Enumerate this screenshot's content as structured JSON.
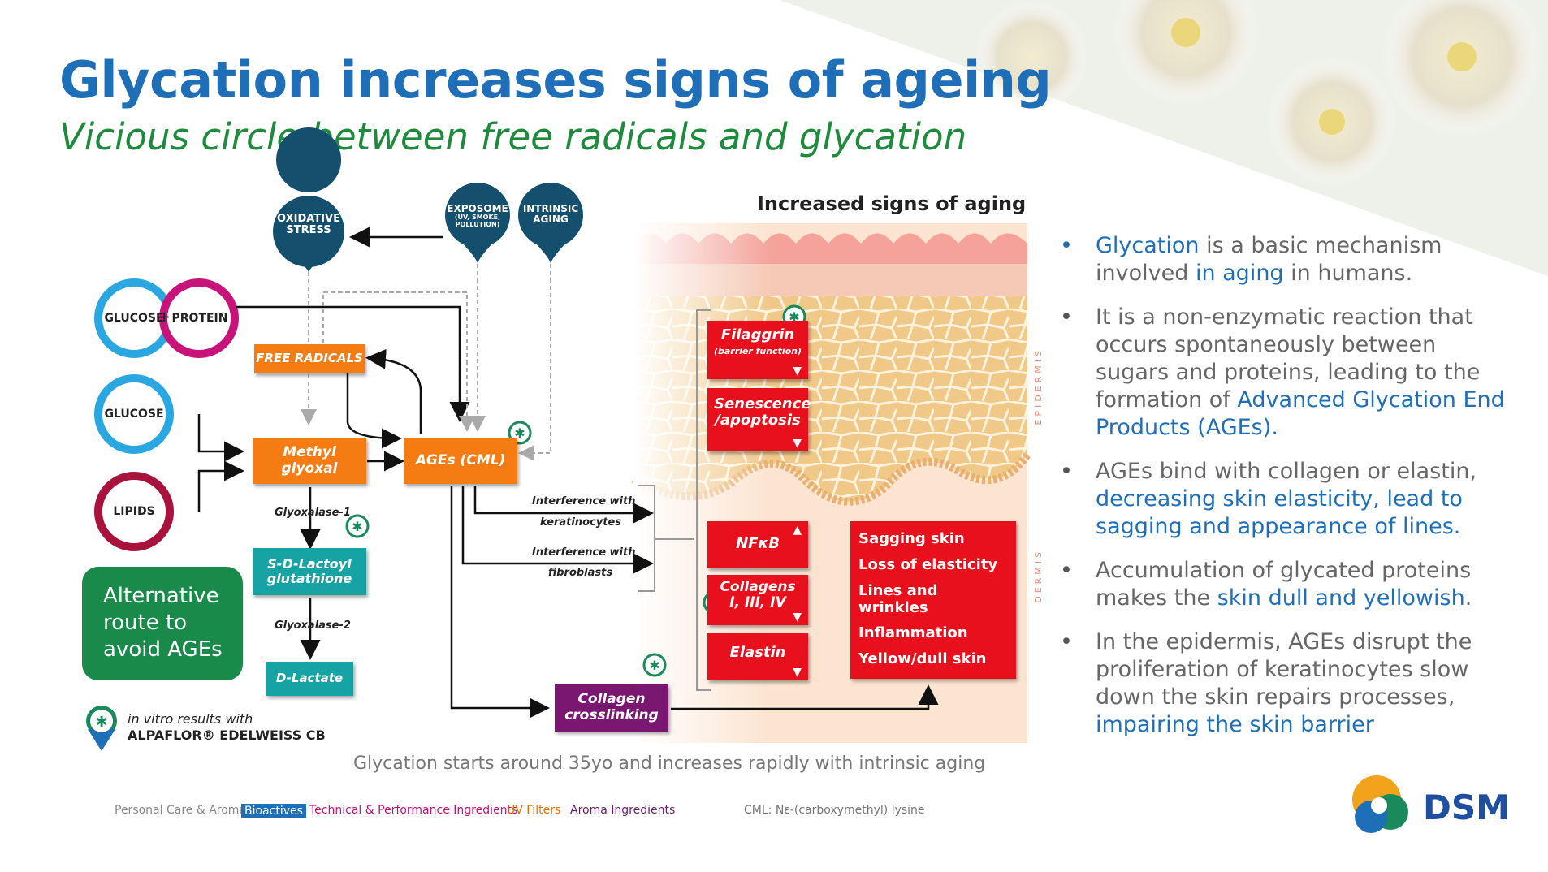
{
  "header": {
    "title": "Glycation increases signs of ageing",
    "subtitle": "Vicious circle between free radicals and glycation"
  },
  "diagram": {
    "pins": [
      {
        "id": "oxidative",
        "lines": [
          "OXIDATIVE",
          "STRESS"
        ]
      },
      {
        "id": "exposome",
        "lines": [
          "EXPOSOME"
        ],
        "sub": [
          "(UV, SMOKE,",
          "POLLUTION)"
        ]
      },
      {
        "id": "intrinsic",
        "lines": [
          "INTRINSIC",
          "AGING"
        ]
      }
    ],
    "circles": {
      "glucose_top": "GLUCOSE",
      "protein": "PROTEIN",
      "plus": "+",
      "glucose": "GLUCOSE",
      "lipids": "LIPIDS"
    },
    "boxes": {
      "free_radicals": "FREE RADICALS",
      "methyl_glyoxal": "Methyl glyoxal",
      "ages": "AGEs (CML)",
      "sd_lactoyl": "S-D-Lactoyl glutathione",
      "d_lactate": "D-Lactate",
      "collagen_crosslinking": "Collagen crosslinking"
    },
    "enzymes": {
      "glyoxalase1": "Glyoxalase-1",
      "glyoxalase2": "Glyoxalase-2"
    },
    "interference": {
      "keratinocytes_line1": "Interference with",
      "keratinocytes_line2": "keratinocytes",
      "fibroblasts_line1": "Interference with",
      "fibroblasts_line2": "fibroblasts"
    },
    "skin_title": "Increased signs of aging",
    "layer_labels": {
      "epidermis": "EPIDERMIS",
      "dermis": "DERMIS"
    },
    "red_boxes": {
      "filaggrin": "Filaggrin",
      "filaggrin_sub": "(barrier function)",
      "senescence": "Senescence /apoptosis",
      "nfkb": "NFκB",
      "collagens_line1": "Collagens",
      "collagens_line2": "I, III, IV",
      "elastin": "Elastin"
    },
    "signs": [
      "Sagging skin",
      "Loss of elasticity",
      "Lines and wrinkles",
      "Inflammation",
      "Yellow/dull skin"
    ],
    "alternative_route": "Alternative route to avoid AGEs",
    "legend": {
      "line1": "in vitro results with",
      "line2": "ALPAFLOR® EDELWEISS CB"
    }
  },
  "bullets": [
    {
      "parts": [
        {
          "t": "Glycation",
          "hl": true
        },
        {
          "t": " is a basic mechanism involved ",
          "hl": false
        },
        {
          "t": "in aging",
          "hl": true
        },
        {
          "t": " in humans.",
          "hl": false
        }
      ]
    },
    {
      "parts": [
        {
          "t": "It is a non-enzymatic  reaction that occurs spontaneously between sugars and proteins, leading to the formation of ",
          "hl": false
        },
        {
          "t": "Advanced Glycation End Products (AGEs).",
          "hl": true
        }
      ]
    },
    {
      "parts": [
        {
          "t": " AGEs bind with collagen or elastin, ",
          "hl": false
        },
        {
          "t": "decreasing skin elasticity, lead to sagging and appearance of lines.",
          "hl": true
        }
      ]
    },
    {
      "parts": [
        {
          "t": "Accumulation of glycated proteins makes the ",
          "hl": false
        },
        {
          "t": "skin dull and yellowish",
          "hl": true
        },
        {
          "t": ".",
          "hl": false
        }
      ]
    },
    {
      "parts": [
        {
          "t": "In the epidermis, AGEs disrupt the proliferation of keratinocytes slow down the skin repairs processes, ",
          "hl": false
        },
        {
          "t": "impairing the skin barrier",
          "hl": true
        }
      ]
    }
  ],
  "caption": "Glycation starts around 35yo and increases rapidly with intrinsic aging",
  "footer": {
    "items": [
      {
        "label": "Personal Care & Aroma",
        "color": "#888888"
      },
      {
        "label": "Bioactives",
        "color": "#ffffff",
        "bg": "#1f6fb8"
      },
      {
        "label": "Technical & Performance Ingredients",
        "color": "#c2127a"
      },
      {
        "label": "UV Filters",
        "color": "#e07000"
      },
      {
        "label": "Aroma Ingredients",
        "color": "#6a1a6a"
      }
    ],
    "note": "CML: Nε-(carboxymethyl) lysine"
  },
  "logo": "DSM",
  "colors": {
    "title": "#1f6fb8",
    "subtitle": "#1e8a3c",
    "pin": "#14506e",
    "orange": "#f57c12",
    "teal": "#17a3a3",
    "red": "#e8101c",
    "purple": "#7a1770"
  }
}
